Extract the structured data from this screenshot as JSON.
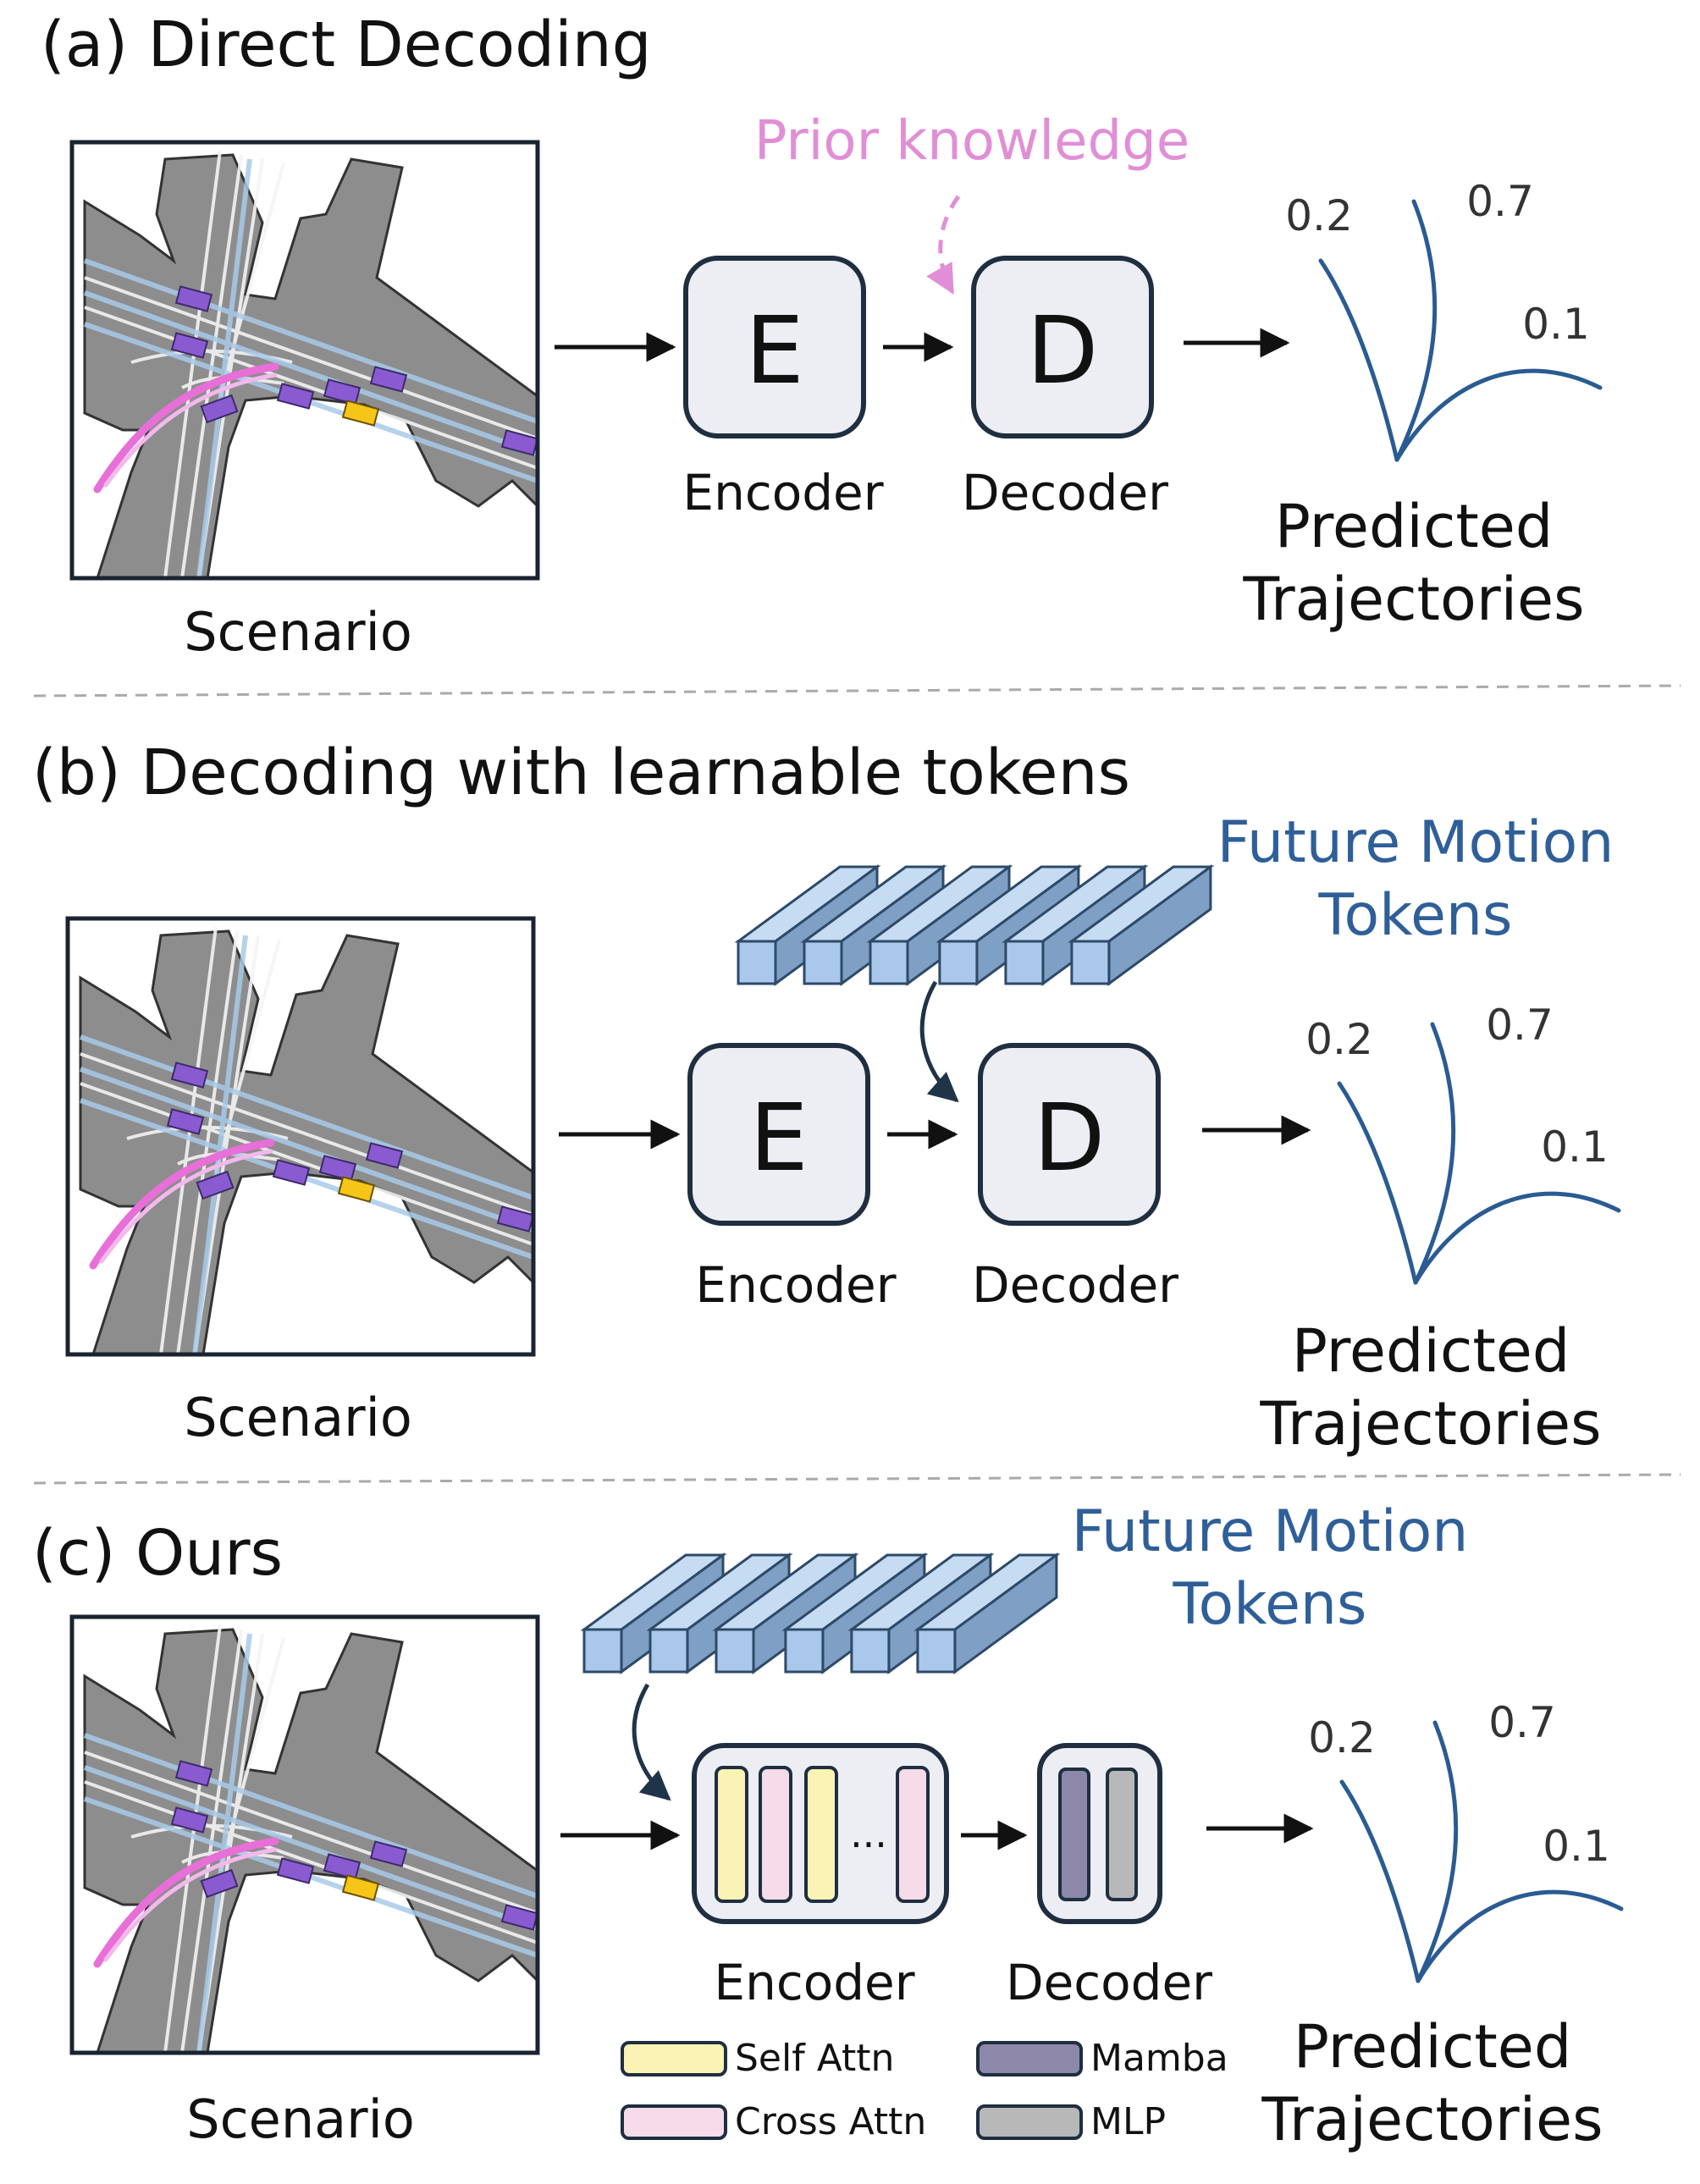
{
  "panels": [
    {
      "heading": "(a) Direct Decoding",
      "scenario_label": "Scenario",
      "encoder_letter": "E",
      "decoder_letter": "D",
      "encoder_label": "Encoder",
      "decoder_label": "Decoder",
      "prior_label": "Prior knowledge",
      "pred_label_1": "Predicted",
      "pred_label_2": "Trajectories",
      "probs": [
        "0.2",
        "0.7",
        "0.1"
      ]
    },
    {
      "heading": "(b) Decoding with learnable tokens",
      "scenario_label": "Scenario",
      "encoder_letter": "E",
      "decoder_letter": "D",
      "encoder_label": "Encoder",
      "decoder_label": "Decoder",
      "tokens_label_1": "Future Motion",
      "tokens_label_2": "Tokens",
      "pred_label_1": "Predicted",
      "pred_label_2": "Trajectories",
      "probs": [
        "0.2",
        "0.7",
        "0.1"
      ]
    },
    {
      "heading": "(c) Ours",
      "scenario_label": "Scenario",
      "encoder_label": "Encoder",
      "decoder_label": "Decoder",
      "ellipsis": "...",
      "tokens_label_1": "Future Motion",
      "tokens_label_2": "Tokens",
      "pred_label_1": "Predicted",
      "pred_label_2": "Trajectories",
      "probs": [
        "0.2",
        "0.7",
        "0.1"
      ]
    }
  ],
  "legend": {
    "self_attn": "Self Attn",
    "cross_attn": "Cross Attn",
    "mamba": "Mamba",
    "mlp": "MLP"
  },
  "colors": {
    "trajectory": "#2a5b92",
    "tokens_text": "#2f5f98",
    "prior": "#e08fd6",
    "token_face": "#a9c8ec",
    "self_attn": "#fbf3b4",
    "cross_attn": "#f6dbe9",
    "mamba": "#8d88aa",
    "mlp": "#b8b8b8"
  }
}
